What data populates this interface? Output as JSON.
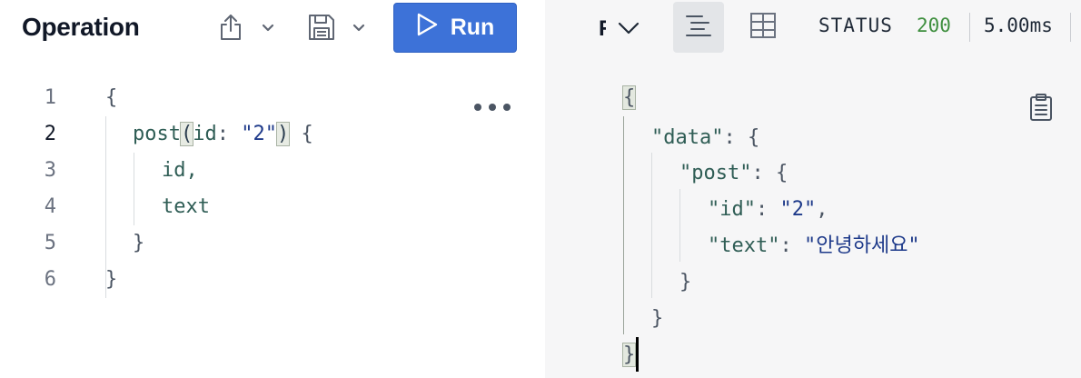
{
  "header": {
    "title": "Operation",
    "run_label": "Run"
  },
  "editor": {
    "lines": [
      {
        "n": "1"
      },
      {
        "n": "2"
      },
      {
        "n": "3"
      },
      {
        "n": "4"
      },
      {
        "n": "5"
      },
      {
        "n": "6"
      }
    ],
    "tokens": {
      "open": "{",
      "field": "post",
      "paren_open": "(",
      "arg_name": "id",
      "arg_colon": ": ",
      "arg_value": "\"2\"",
      "paren_close": ")",
      "block_open": " {",
      "f1": "id,",
      "f2": "text",
      "inner_close": "}",
      "close": "}"
    }
  },
  "response_header": {
    "truncated_label": "R",
    "status_label": "STATUS",
    "status_code": "200",
    "timing": "5.00ms",
    "colors": {
      "status_ok": "#3f8f3f",
      "run_button": "#3d72d8"
    }
  },
  "response": {
    "open": "{",
    "data_key": "\"data\"",
    "colon_open": ": {",
    "post_key": "\"post\"",
    "id_key": "\"id\"",
    "id_sep": ": ",
    "id_value": "\"2\"",
    "comma": ",",
    "text_key": "\"text\"",
    "text_sep": ": ",
    "text_value": "\"안녕하세요\"",
    "post_close": "}",
    "data_close": "}",
    "close": "}"
  },
  "icons": {
    "share": "share-icon",
    "save": "save-icon",
    "run": "play-icon",
    "more": "more-horizontal-icon",
    "formatted_view": "align-left-icon",
    "table_view": "table-icon",
    "copy": "clipboard-icon"
  }
}
